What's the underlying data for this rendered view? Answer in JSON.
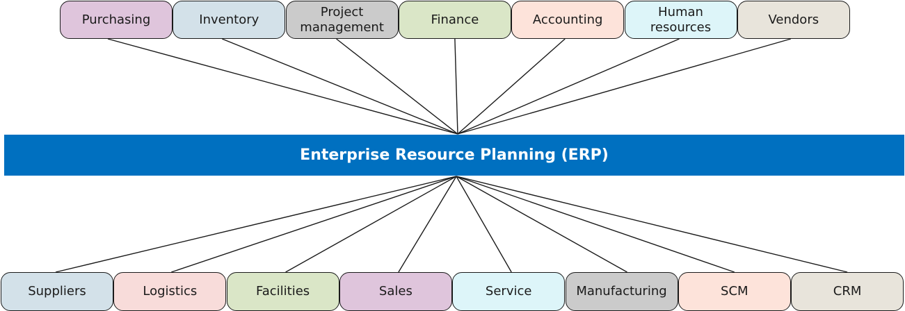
{
  "hub": {
    "label": "Enterprise Resource Planning (ERP)",
    "color": "#0070C0"
  },
  "top_modules": [
    {
      "label": "Purchasing",
      "color": "#DFC5DC"
    },
    {
      "label": "Inventory",
      "color": "#D3E1E9"
    },
    {
      "label": "Project\nmanagement",
      "color": "#CBCBCB"
    },
    {
      "label": "Finance",
      "color": "#DAE6C7"
    },
    {
      "label": "Accounting",
      "color": "#FDE3DA"
    },
    {
      "label": "Human\nresources",
      "color": "#DDF5F9"
    },
    {
      "label": "Vendors",
      "color": "#E8E4DB"
    }
  ],
  "bottom_modules": [
    {
      "label": "Suppliers",
      "color": "#D3E1E9"
    },
    {
      "label": "Logistics",
      "color": "#F8DCDA"
    },
    {
      "label": "Facilities",
      "color": "#DAE6C7"
    },
    {
      "label": "Sales",
      "color": "#DFC5DC"
    },
    {
      "label": "Service",
      "color": "#DDF5F9"
    },
    {
      "label": "Manufacturing",
      "color": "#CBCBCB"
    },
    {
      "label": "SCM",
      "color": "#FDE3DA"
    },
    {
      "label": "CRM",
      "color": "#E8E4DB"
    }
  ]
}
